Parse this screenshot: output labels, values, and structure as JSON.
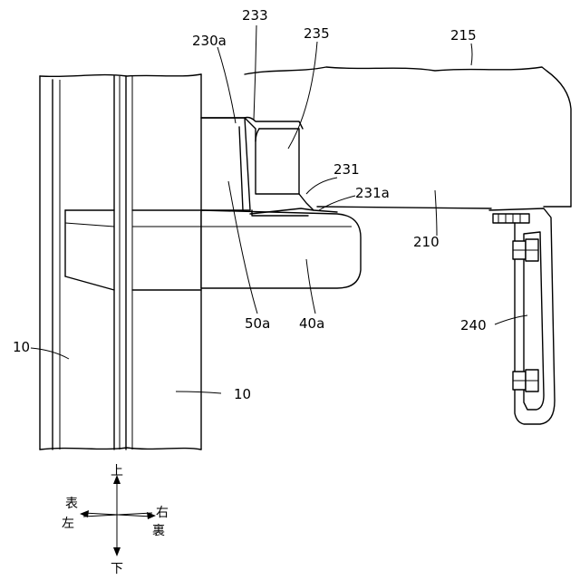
{
  "labels": {
    "l233": "233",
    "l230a": "230a",
    "l235": "235",
    "l215": "215",
    "l231": "231",
    "l231a": "231a",
    "l210": "210",
    "l50a": "50a",
    "l40a": "40a",
    "l240": "240",
    "l10_left": "10",
    "l10_right": "10"
  },
  "compass": {
    "up": "上",
    "down": "下",
    "front": "表",
    "left": "左",
    "right": "右",
    "back": "裏"
  }
}
